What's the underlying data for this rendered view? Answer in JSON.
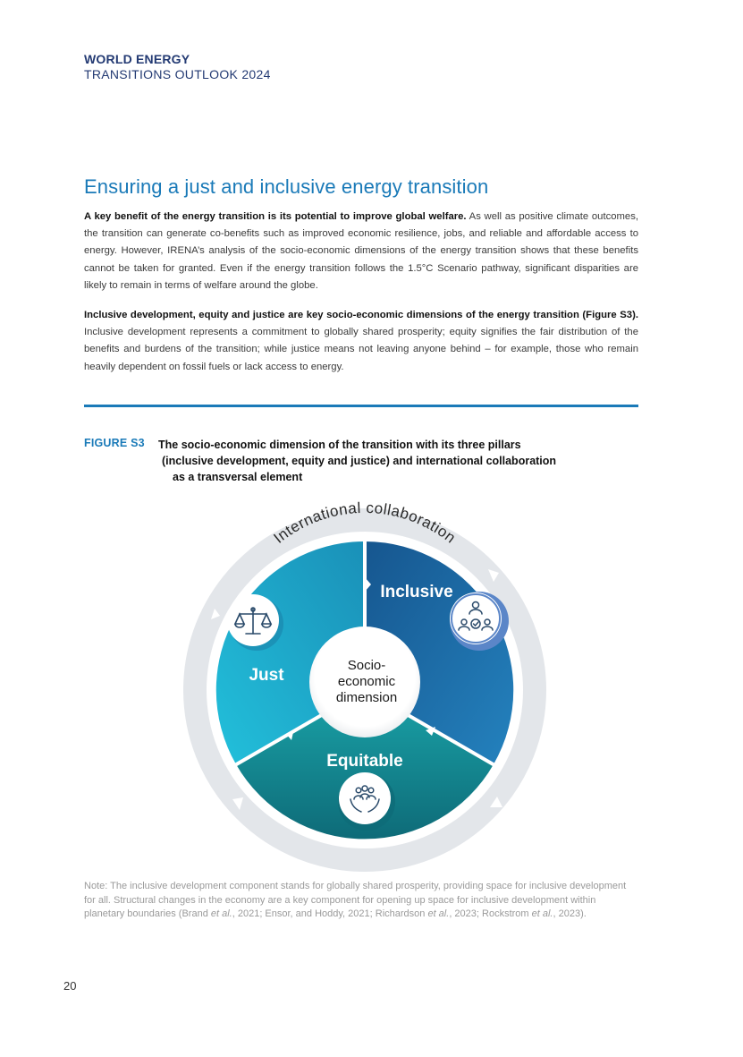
{
  "header": {
    "line1": "WORLD ENERGY",
    "line2": "TRANSITIONS OUTLOOK 2024"
  },
  "section_title": "Ensuring a just and inclusive energy transition",
  "paragraph1": {
    "bold": "A key benefit of the energy transition is its potential to improve global welfare.",
    "text": " As well as positive climate outcomes, the transition can generate co-benefits such as improved economic resilience, jobs, and reliable and affordable access to energy. However, IRENA’s analysis of the socio-economic dimensions of the energy transition shows that these benefits cannot be taken for granted. Even if the energy transition follows the 1.5°C Scenario pathway, significant disparities are likely to remain in terms of welfare around the globe."
  },
  "paragraph2": {
    "bold": "Inclusive development, equity and justice are key socio-economic dimensions of the energy transition (Figure S3).",
    "text": " Inclusive development represents a commitment to globally shared prosperity; equity signifies the fair distribution of the benefits and burdens of the transition; while justice means not leaving anyone behind – for example, those who remain heavily dependent on fossil fuels or lack access to energy."
  },
  "figure": {
    "label": "FIGURE S3",
    "caption_lines": [
      "The socio-economic dimension of the transition with its three pillars",
      "(inclusive development, equity and justice) and international collaboration",
      "as a transversal element"
    ],
    "ring_label": "International collaboration",
    "center_lines": [
      "Socio-",
      "economic",
      "dimension"
    ],
    "segments": {
      "inclusive": "Inclusive",
      "just": "Just",
      "equitable": "Equitable"
    },
    "icons": {
      "just": "scales-of-justice-icon",
      "inclusive": "people-network-check-icon",
      "equitable": "hands-holding-people-icon"
    },
    "colors": {
      "inclusive_light": "#2482be",
      "inclusive_dark": "#16568f",
      "just_light": "#22b8d6",
      "just_dark": "#1a90b8",
      "equitable_light": "#1aa3a8",
      "equitable_dark": "#0e6b78",
      "ring": "#e3e6ea",
      "title_blue": "#1a7ab8",
      "header_navy": "#233a73"
    }
  },
  "note": {
    "t1": "Note: The inclusive development component stands for globally shared prosperity, providing space for inclusive development for all. Structural changes in the economy are a key component for opening up space for inclusive development within planetary boundaries (Brand ",
    "i1": "et al.",
    "t2": ", 2021; Ensor, and Hoddy, 2021; Richardson ",
    "i2": "et al.",
    "t3": ", 2023; Rockstrom ",
    "i3": "et al.",
    "t4": ", 2023)."
  },
  "page_number": "20"
}
